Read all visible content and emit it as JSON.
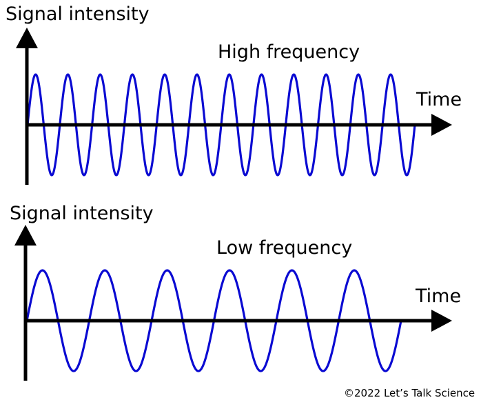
{
  "colors": {
    "wave": "#0a0ad2",
    "axis": "#000000"
  },
  "panels": [
    {
      "y_axis_label": "Signal intensity",
      "x_axis_label": "Time",
      "caption": "High frequency",
      "cycles": 12
    },
    {
      "y_axis_label": "Signal intensity",
      "x_axis_label": "Time",
      "caption": "Low frequency",
      "cycles": 6
    }
  ],
  "copyright": "©2022 Let’s Talk Science"
}
